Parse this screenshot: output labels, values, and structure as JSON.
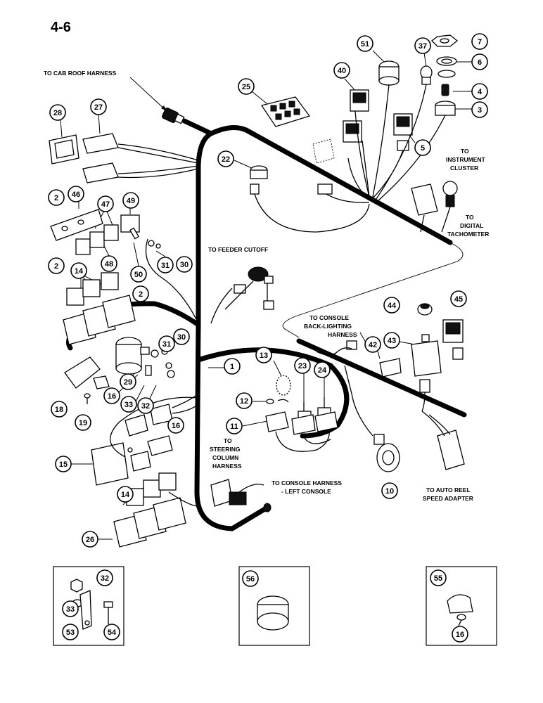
{
  "page_number": "4-6",
  "callouts": [
    {
      "id": "c28",
      "label": "28"
    },
    {
      "id": "c27",
      "label": "27"
    },
    {
      "id": "c25",
      "label": "25"
    },
    {
      "id": "c51",
      "label": "51"
    },
    {
      "id": "c37",
      "label": "37"
    },
    {
      "id": "c7",
      "label": "7"
    },
    {
      "id": "c6",
      "label": "6"
    },
    {
      "id": "c40",
      "label": "40"
    },
    {
      "id": "c4",
      "label": "4"
    },
    {
      "id": "c3",
      "label": "3"
    },
    {
      "id": "c5",
      "label": "5"
    },
    {
      "id": "c22",
      "label": "22"
    },
    {
      "id": "c2a",
      "label": "2"
    },
    {
      "id": "c46",
      "label": "46"
    },
    {
      "id": "c47",
      "label": "47"
    },
    {
      "id": "c49",
      "label": "49"
    },
    {
      "id": "c2b",
      "label": "2"
    },
    {
      "id": "c48",
      "label": "48"
    },
    {
      "id": "c50",
      "label": "50"
    },
    {
      "id": "c31a",
      "label": "31"
    },
    {
      "id": "c30a",
      "label": "30"
    },
    {
      "id": "c14a",
      "label": "14"
    },
    {
      "id": "c2c",
      "label": "2"
    },
    {
      "id": "c44",
      "label": "44"
    },
    {
      "id": "c45",
      "label": "45"
    },
    {
      "id": "c31b",
      "label": "31"
    },
    {
      "id": "c30b",
      "label": "30"
    },
    {
      "id": "c43",
      "label": "43"
    },
    {
      "id": "c42",
      "label": "42"
    },
    {
      "id": "c1",
      "label": "1"
    },
    {
      "id": "c13",
      "label": "13"
    },
    {
      "id": "c23",
      "label": "23"
    },
    {
      "id": "c24",
      "label": "24"
    },
    {
      "id": "c29",
      "label": "29"
    },
    {
      "id": "c18",
      "label": "18"
    },
    {
      "id": "c16a",
      "label": "16"
    },
    {
      "id": "c33a",
      "label": "33"
    },
    {
      "id": "c32a",
      "label": "32"
    },
    {
      "id": "c19",
      "label": "19"
    },
    {
      "id": "c12",
      "label": "12"
    },
    {
      "id": "c16b",
      "label": "16"
    },
    {
      "id": "c11",
      "label": "11"
    },
    {
      "id": "c15",
      "label": "15"
    },
    {
      "id": "c14b",
      "label": "14"
    },
    {
      "id": "c10",
      "label": "10"
    },
    {
      "id": "c26",
      "label": "26"
    },
    {
      "id": "c32b",
      "label": "32"
    },
    {
      "id": "c56",
      "label": "56"
    },
    {
      "id": "c55",
      "label": "55"
    },
    {
      "id": "c33b",
      "label": "33"
    },
    {
      "id": "c54",
      "label": "54"
    },
    {
      "id": "c53",
      "label": "53"
    },
    {
      "id": "c16c",
      "label": "16"
    }
  ],
  "labels": {
    "cab_roof": "TO CAB ROOF HARNESS",
    "instrument_1": "TO",
    "instrument_2": "INSTRUMENT",
    "instrument_3": "CLUSTER",
    "tach_1": "TO",
    "tach_2": "DIGITAL",
    "tach_3": "TACHOMETER",
    "feeder": "TO FEEDER CUTOFF",
    "backlight_1": "TO CONSOLE",
    "backlight_2": "BACK-LIGHTING",
    "backlight_3": "HARNESS",
    "steering_1": "TO",
    "steering_2": "STEERING",
    "steering_3": "COLUMN",
    "steering_4": "HARNESS",
    "left_console_1": "TO CONSOLE HARNESS",
    "left_console_2": "- LEFT CONSOLE",
    "reel_1": "TO AUTO REEL",
    "reel_2": "SPEED ADAPTER"
  }
}
